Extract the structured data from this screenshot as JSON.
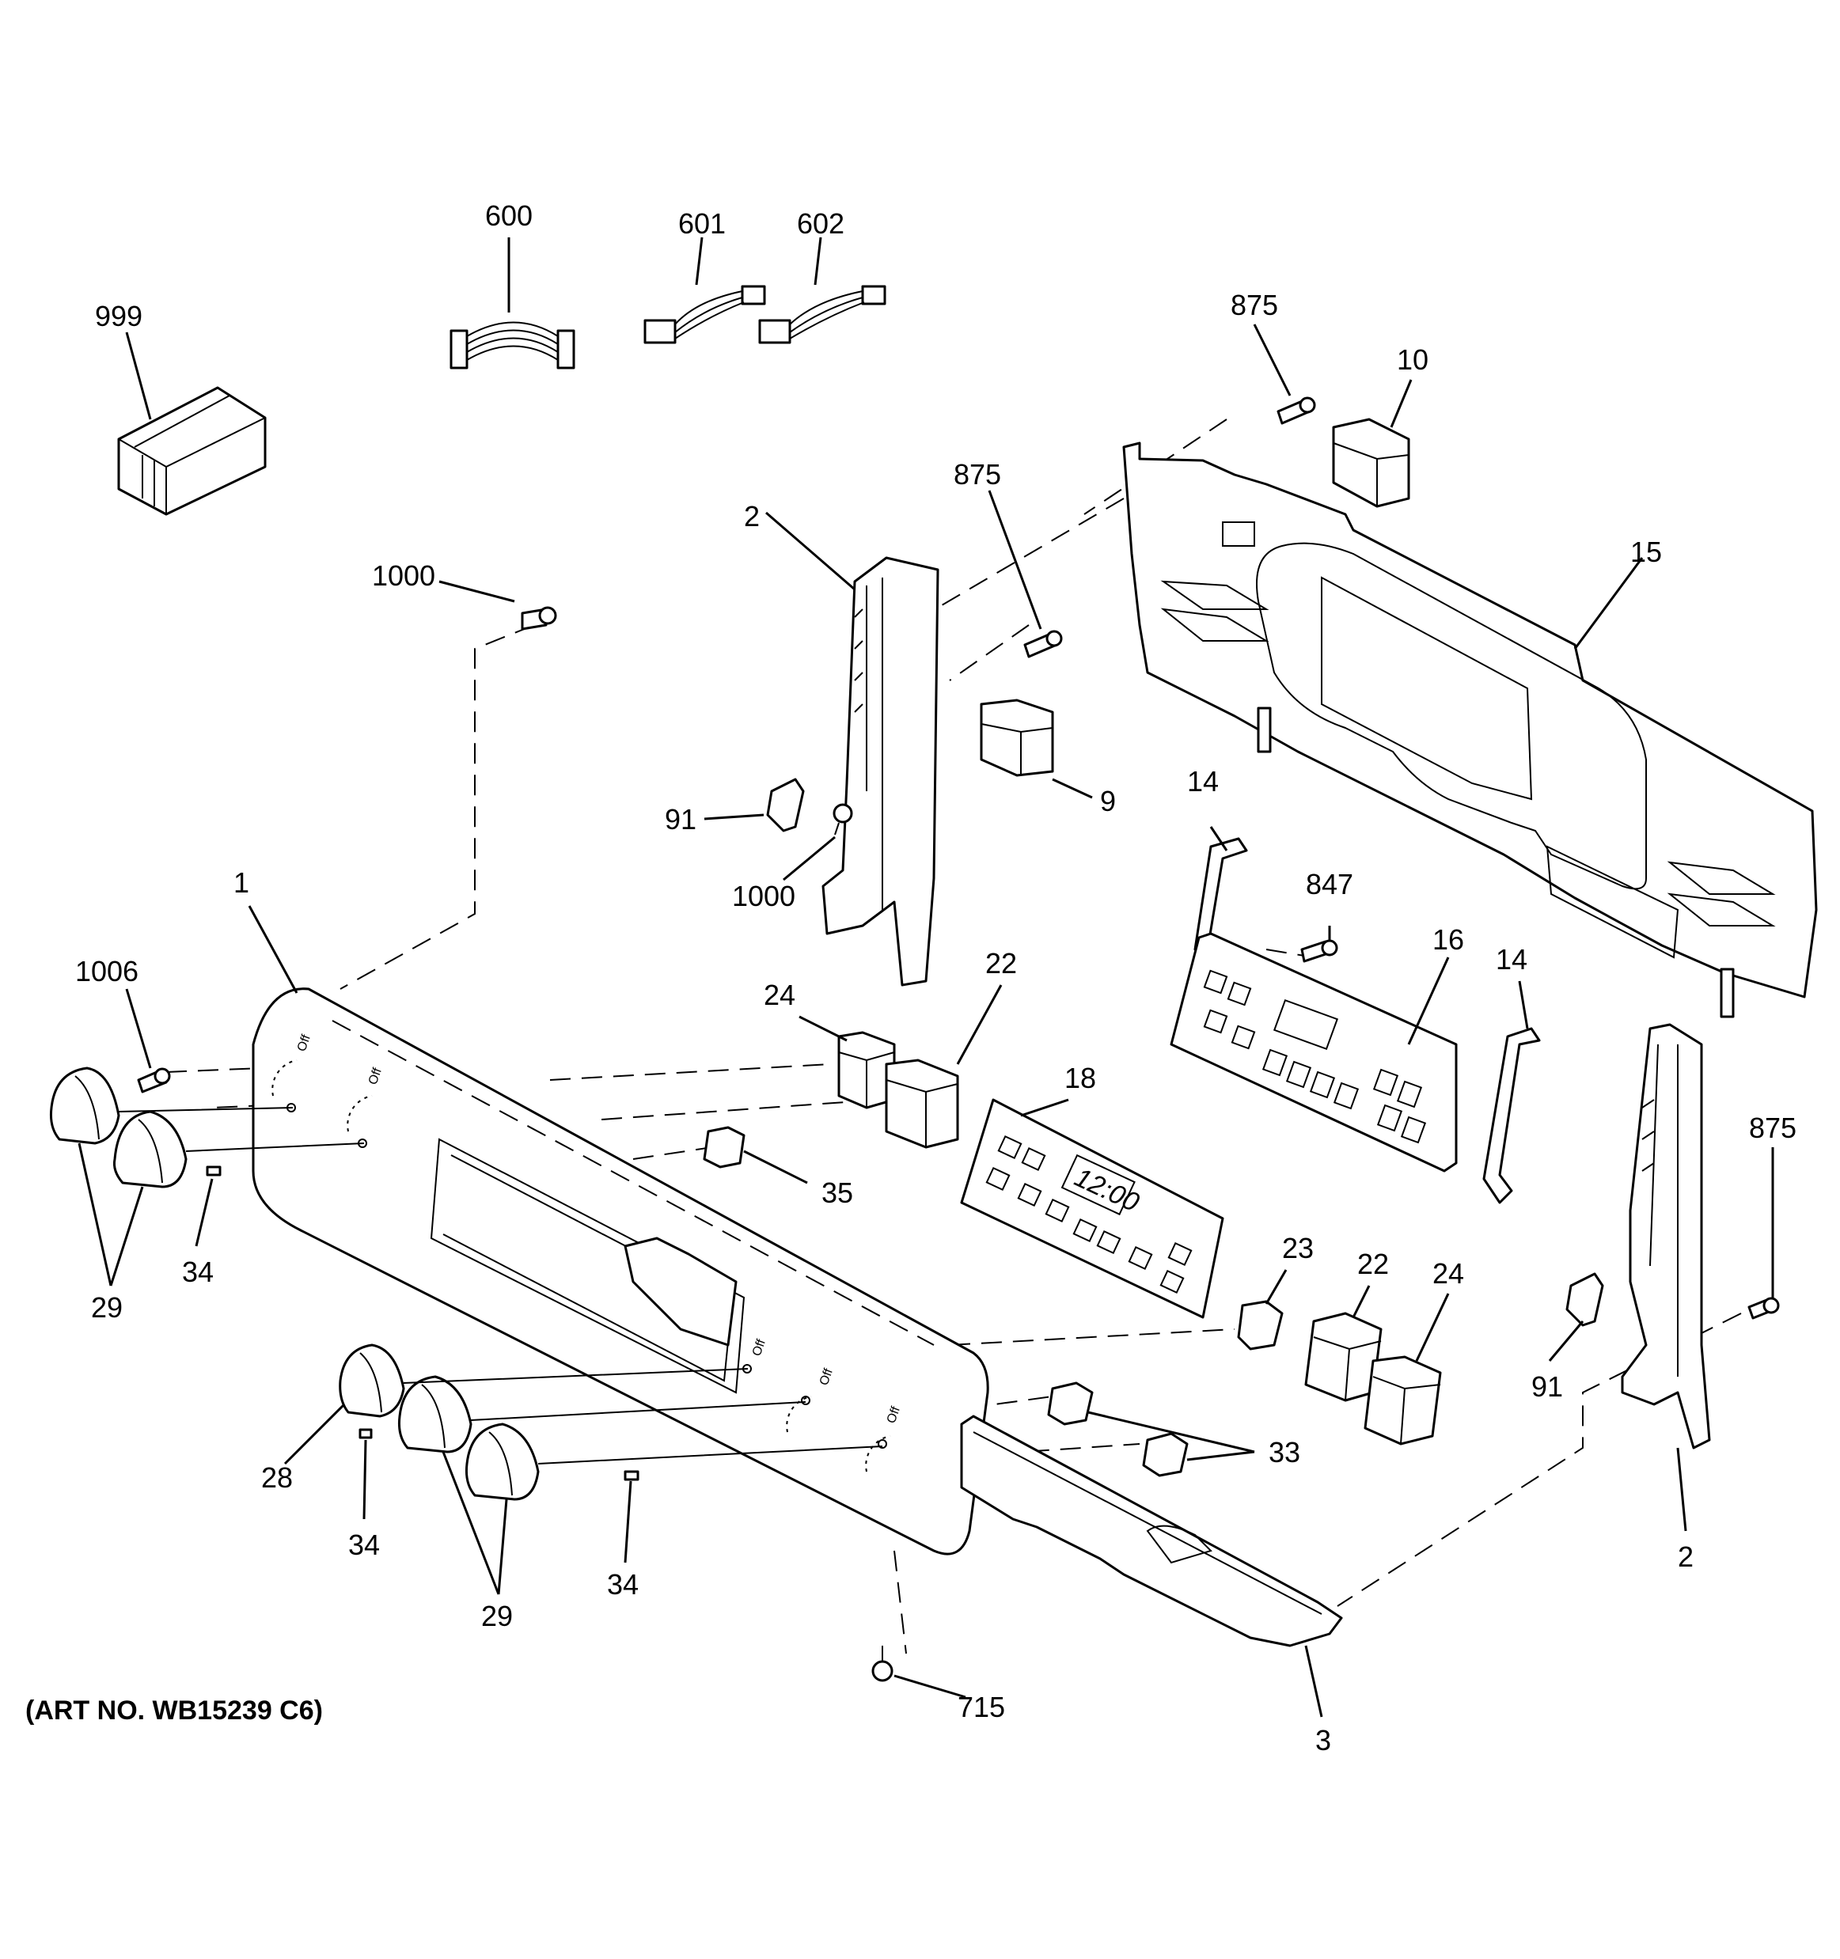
{
  "art_number": "(ART NO. WB15239 C6)",
  "display_time": "12:00",
  "dial_marks": [
    "Off",
    "Off",
    "Off",
    "Off",
    "Off"
  ],
  "callouts": [
    {
      "id": "c999",
      "text": "999"
    },
    {
      "id": "c600",
      "text": "600"
    },
    {
      "id": "c601",
      "text": "601"
    },
    {
      "id": "c602",
      "text": "602"
    },
    {
      "id": "c875a",
      "text": "875"
    },
    {
      "id": "c10",
      "text": "10"
    },
    {
      "id": "c875b",
      "text": "875"
    },
    {
      "id": "c2a",
      "text": "2"
    },
    {
      "id": "c15",
      "text": "15"
    },
    {
      "id": "c1000a",
      "text": "1000"
    },
    {
      "id": "c9",
      "text": "9"
    },
    {
      "id": "c91a",
      "text": "91"
    },
    {
      "id": "c1000b",
      "text": "1000"
    },
    {
      "id": "c14a",
      "text": "14"
    },
    {
      "id": "c847",
      "text": "847"
    },
    {
      "id": "c16",
      "text": "16"
    },
    {
      "id": "c14b",
      "text": "14"
    },
    {
      "id": "c1",
      "text": "1"
    },
    {
      "id": "c22a",
      "text": "22"
    },
    {
      "id": "c24a",
      "text": "24"
    },
    {
      "id": "c1006",
      "text": "1006"
    },
    {
      "id": "c18",
      "text": "18"
    },
    {
      "id": "c875c",
      "text": "875"
    },
    {
      "id": "c35",
      "text": "35"
    },
    {
      "id": "c34a",
      "text": "34"
    },
    {
      "id": "c29a",
      "text": "29"
    },
    {
      "id": "c23",
      "text": "23"
    },
    {
      "id": "c22b",
      "text": "22"
    },
    {
      "id": "c24b",
      "text": "24"
    },
    {
      "id": "c91b",
      "text": "91"
    },
    {
      "id": "c33",
      "text": "33"
    },
    {
      "id": "c28",
      "text": "28"
    },
    {
      "id": "c34b",
      "text": "34"
    },
    {
      "id": "c29b",
      "text": "29"
    },
    {
      "id": "c34c",
      "text": "34"
    },
    {
      "id": "c2b",
      "text": "2"
    },
    {
      "id": "c715",
      "text": "715"
    },
    {
      "id": "c3",
      "text": "3"
    }
  ]
}
